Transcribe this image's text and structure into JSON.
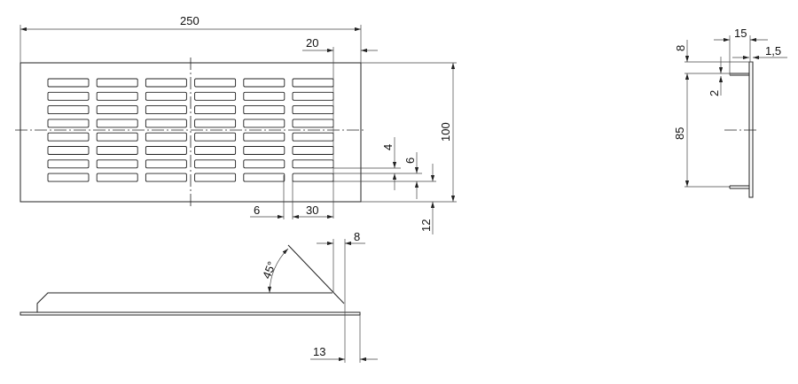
{
  "drawing": {
    "front_view": {
      "overall_width": "250",
      "overall_height": "100",
      "edge_to_slots": "20",
      "slot_gap": "6",
      "slot_length": "30",
      "slot_height": "4",
      "slot_pitch": "6",
      "bottom_margin": "12",
      "slot_columns": 6,
      "slot_rows": 8
    },
    "side_view": {
      "flange_depth": "15",
      "plate_thickness": "1,5",
      "top_offset": "8",
      "flange_thickness": "2",
      "inner_height": "85"
    },
    "bottom_view": {
      "chamfer_angle": "45°",
      "chamfer_width": "8",
      "lip": "13"
    },
    "colors": {
      "line": "#222222",
      "background": "#ffffff"
    }
  }
}
